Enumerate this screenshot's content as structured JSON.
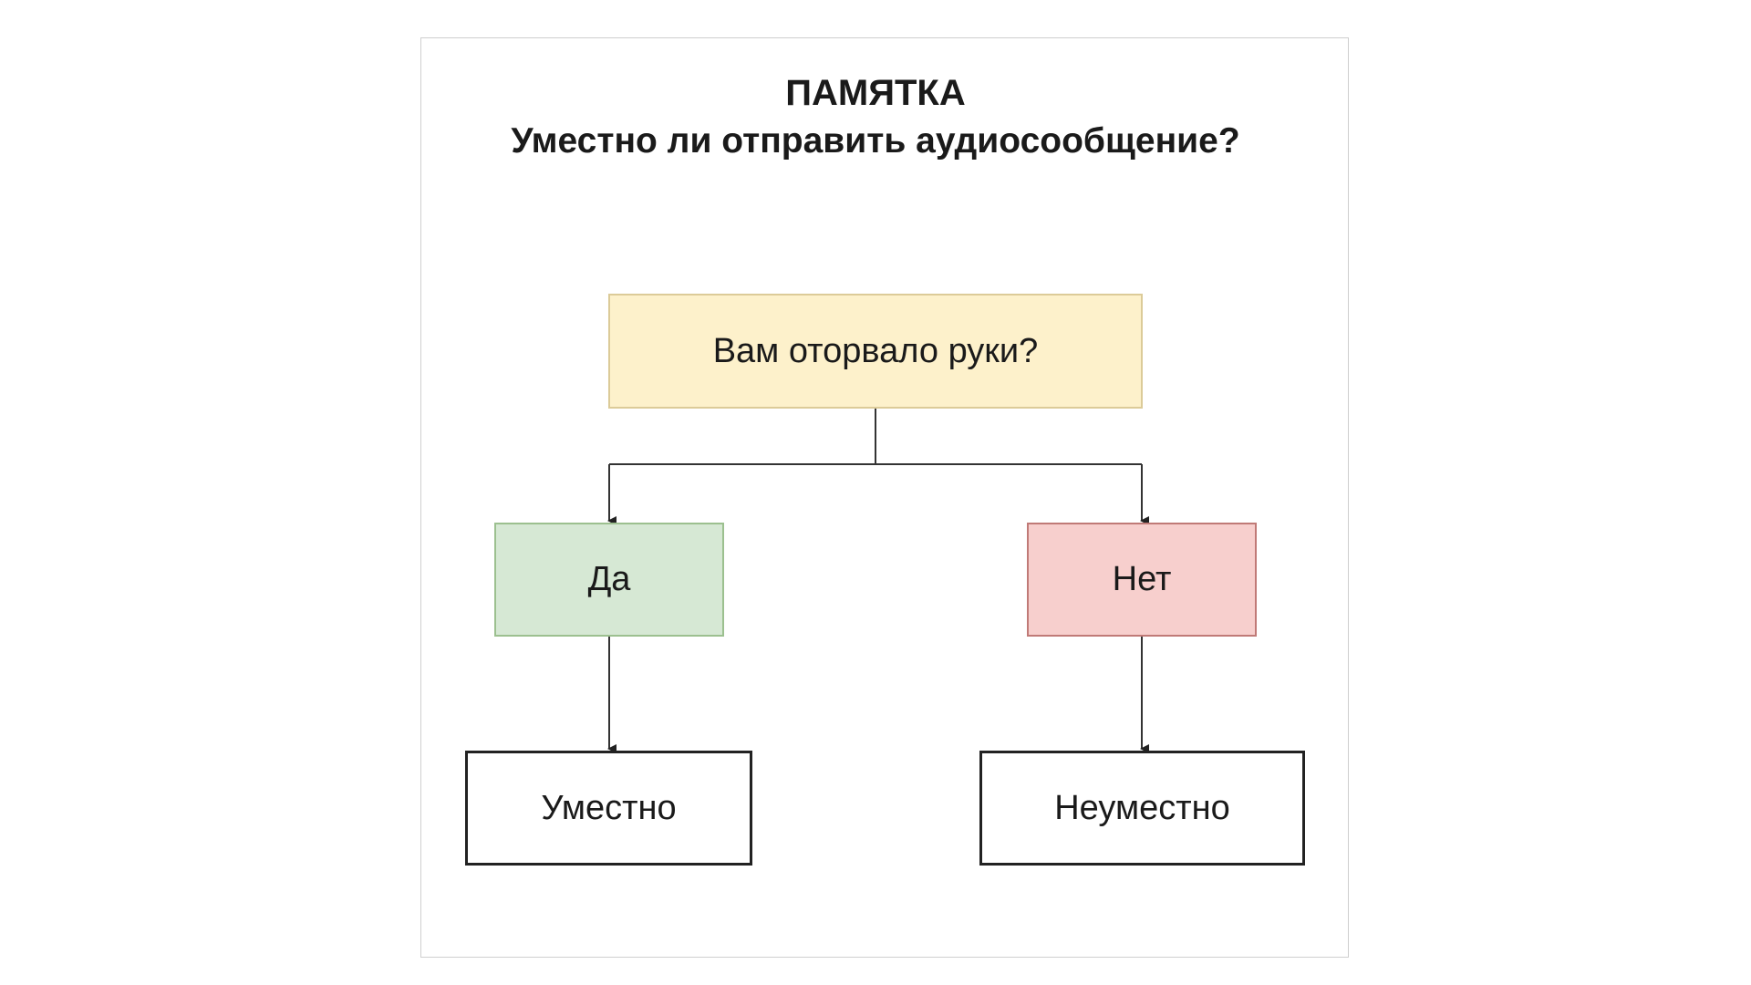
{
  "title": "ПАМЯТКА",
  "subtitle": "Уместно ли отправить аудиосообщение?",
  "question": "Вам оторвало руки?",
  "branches": {
    "yes": {
      "label": "Да",
      "result": "Уместно",
      "color": "#d6e8d4"
    },
    "no": {
      "label": "Нет",
      "result": "Неуместно",
      "color": "#f7cfcd"
    }
  },
  "question_color": "#fdf1cb"
}
